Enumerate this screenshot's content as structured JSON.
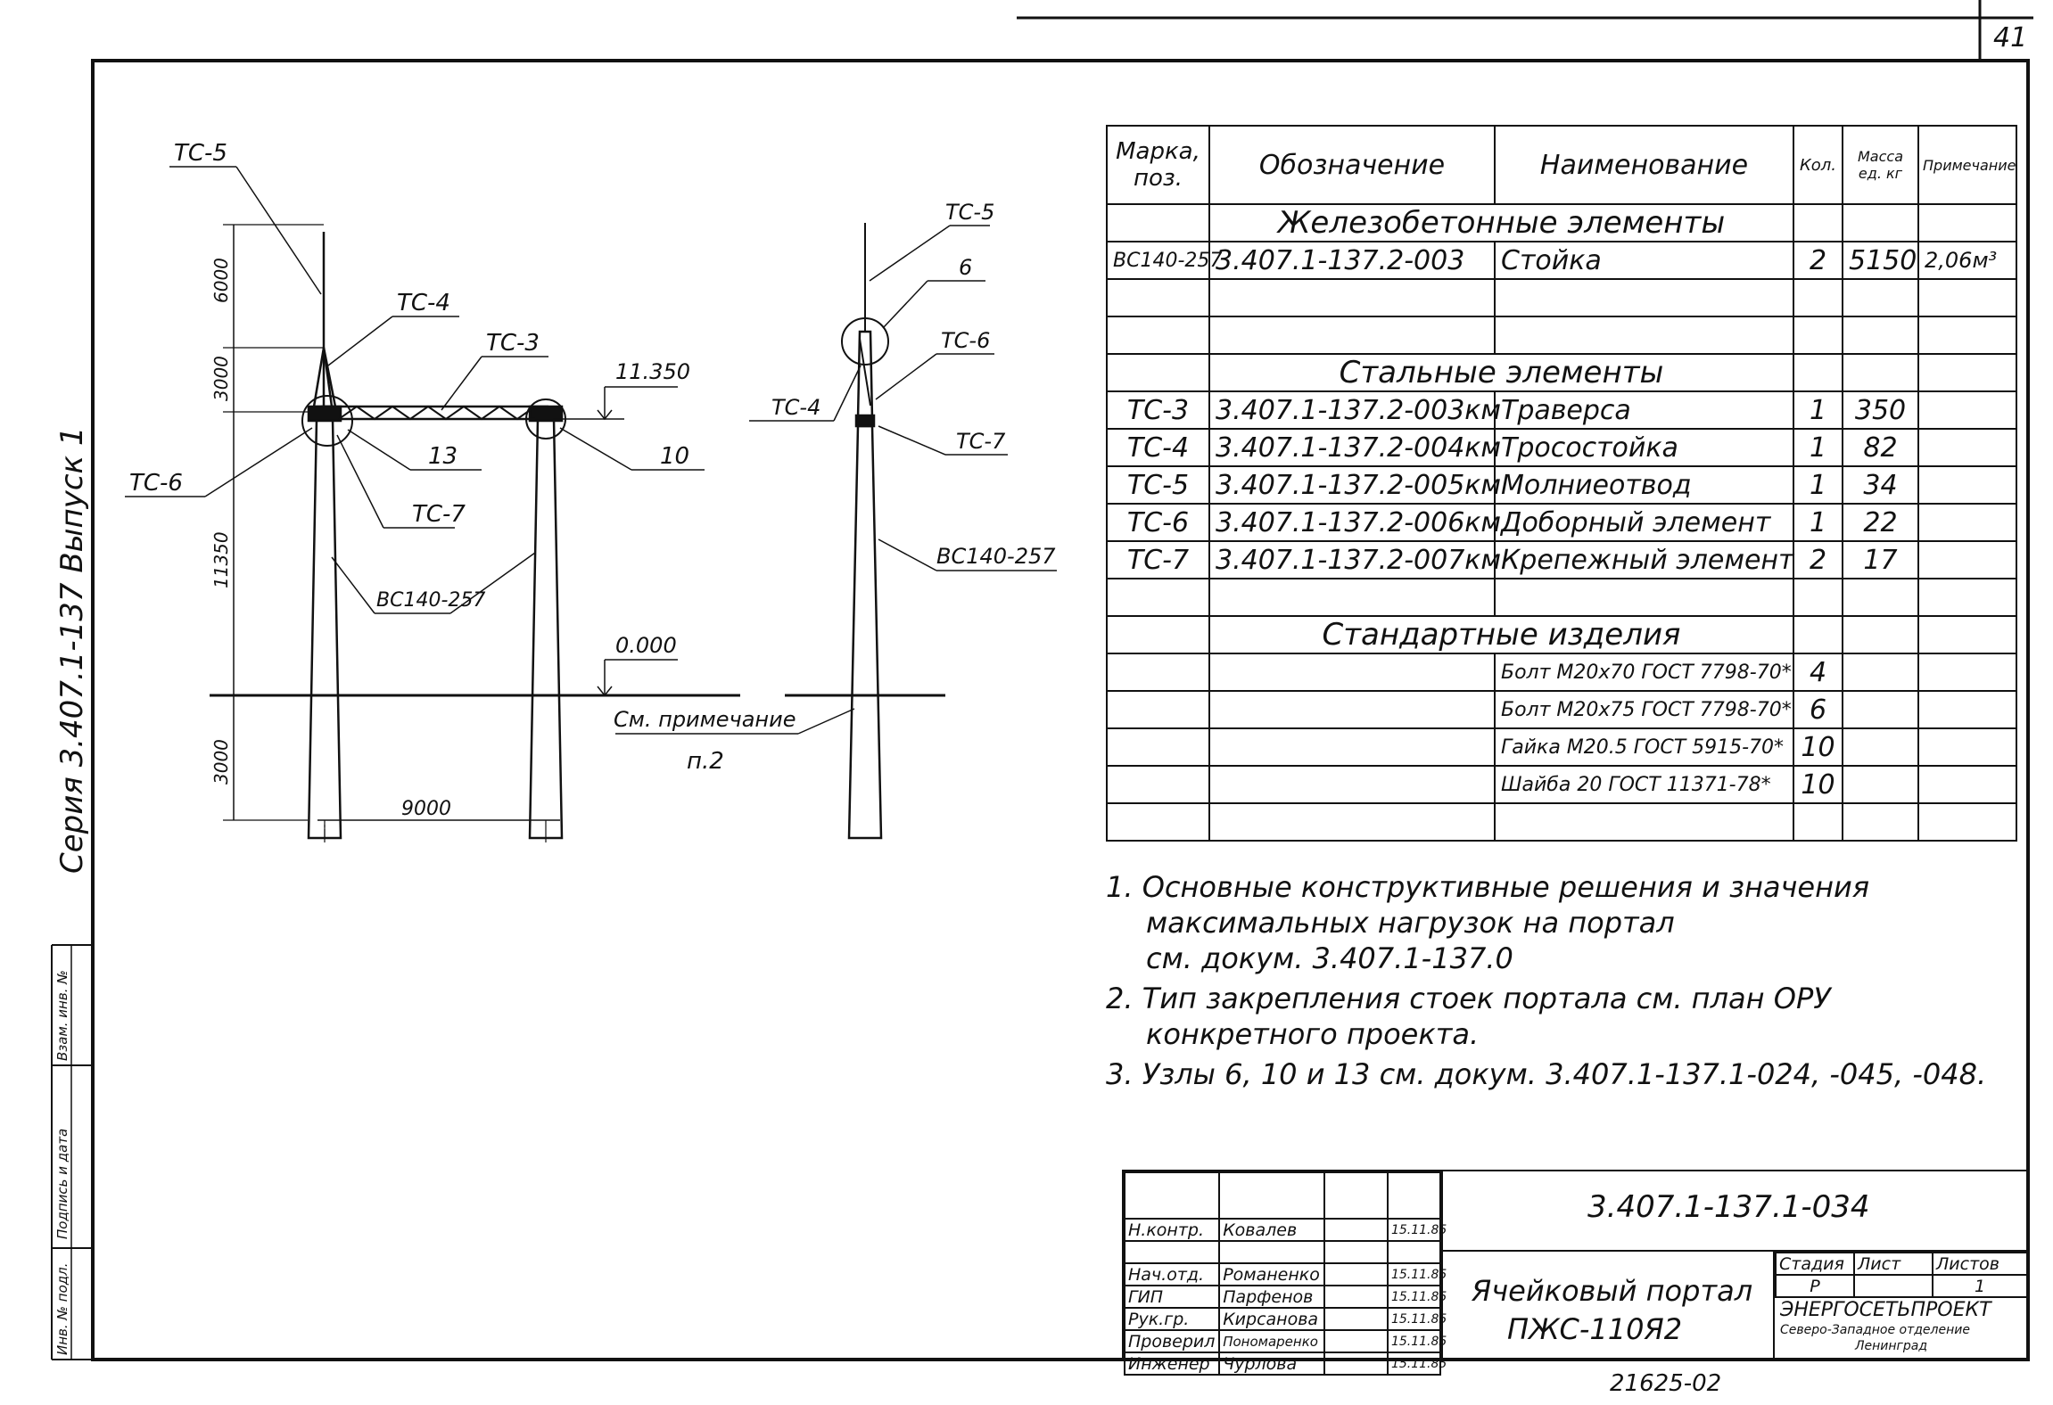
{
  "page_number": "41",
  "side_series": "Серия 3.407.1-137 Выпуск 1",
  "side_stamp": [
    "Инв. № подл.",
    "Подпись и дата",
    "Взам. инв. №"
  ],
  "drawing": {
    "front": {
      "labels": [
        "ТС-5",
        "ТС-4",
        "ТС-3",
        "ТС-6",
        "ТС-7",
        "13",
        "10",
        "ВС140-257"
      ],
      "elevation_top": "11.350",
      "elevation_zero": "0.000",
      "note_ref_1": "См. примечание",
      "note_ref_2": "п.2",
      "dims": [
        "6000",
        "3000",
        "11350",
        "3000",
        "9000"
      ]
    },
    "side": {
      "labels": [
        "ТС-5",
        "6",
        "ТС-6",
        "ТС-4",
        "ТС-7",
        "ВС140-257"
      ]
    }
  },
  "spec_table": {
    "headers": [
      "Марка, поз.",
      "Обозначение",
      "Наименование",
      "Кол.",
      "Масса ед. кг",
      "Примечание"
    ],
    "sections": [
      {
        "title": "Железобетонные элементы",
        "rows": [
          [
            "ВС140-257",
            "3.407.1-137.2-003",
            "Стойка",
            "2",
            "5150",
            "2,06м³"
          ],
          [
            "",
            "",
            "",
            "",
            "",
            ""
          ],
          [
            "",
            "",
            "",
            "",
            "",
            ""
          ]
        ]
      },
      {
        "title": "Стальные элементы",
        "rows": [
          [
            "ТС-3",
            "3.407.1-137.2-003км",
            "Траверса",
            "1",
            "350",
            ""
          ],
          [
            "ТС-4",
            "3.407.1-137.2-004км",
            "Тросостойка",
            "1",
            "82",
            ""
          ],
          [
            "ТС-5",
            "3.407.1-137.2-005км",
            "Молниеотвод",
            "1",
            "34",
            ""
          ],
          [
            "ТС-6",
            "3.407.1-137.2-006км",
            "Доборный элемент",
            "1",
            "22",
            ""
          ],
          [
            "ТС-7",
            "3.407.1-137.2-007км",
            "Крепежный элемент",
            "2",
            "17",
            ""
          ],
          [
            "",
            "",
            "",
            "",
            "",
            ""
          ]
        ]
      },
      {
        "title": "Стандартные изделия",
        "rows": [
          [
            "",
            "",
            "Болт М20х70 ГОСТ 7798-70*",
            "4",
            "",
            ""
          ],
          [
            "",
            "",
            "Болт М20х75 ГОСТ 7798-70*",
            "6",
            "",
            ""
          ],
          [
            "",
            "",
            "Гайка М20.5 ГОСТ 5915-70*",
            "10",
            "",
            ""
          ],
          [
            "",
            "",
            "Шайба 20 ГОСТ 11371-78*",
            "10",
            "",
            ""
          ],
          [
            "",
            "",
            "",
            "",
            "",
            ""
          ]
        ]
      }
    ]
  },
  "notes": [
    "1. Основные конструктивные решения и значения",
    "максимальных нагрузок на портал",
    "см. докум. 3.407.1-137.0",
    "2. Тип закрепления стоек портала см. план ОРУ",
    "конкретного проекта.",
    "3. Узлы 6, 10 и 13 см. докум. 3.407.1-137.1-024, -045, -048."
  ],
  "title_block": {
    "doc_number": "3.407.1-137.1-034",
    "name_line1": "Ячейковый портал",
    "name_line2": "ПЖС-110Я2",
    "roles": [
      [
        "Н.контр.",
        "Ковалев",
        "15.11.85"
      ],
      [
        "Нач.отд.",
        "Романенко",
        "15.11.85"
      ],
      [
        "ГИП",
        "Парфенов",
        "15.11.85"
      ],
      [
        "Рук.гр.",
        "Кирсанова",
        "15.11.85"
      ],
      [
        "Проверил",
        "Пономаренко",
        "15.11.85"
      ],
      [
        "Инженер",
        "Чурлова",
        "15.11.85"
      ]
    ],
    "stage_header": [
      "Стадия",
      "Лист",
      "Листов"
    ],
    "stage_values": [
      "Р",
      "",
      "1"
    ],
    "org_line1": "ЭНЕРГОСЕТЬПРОЕКТ",
    "org_line2": "Северо-Западное отделение",
    "org_line3": "Ленинград"
  },
  "bottom_code": "21625-02"
}
